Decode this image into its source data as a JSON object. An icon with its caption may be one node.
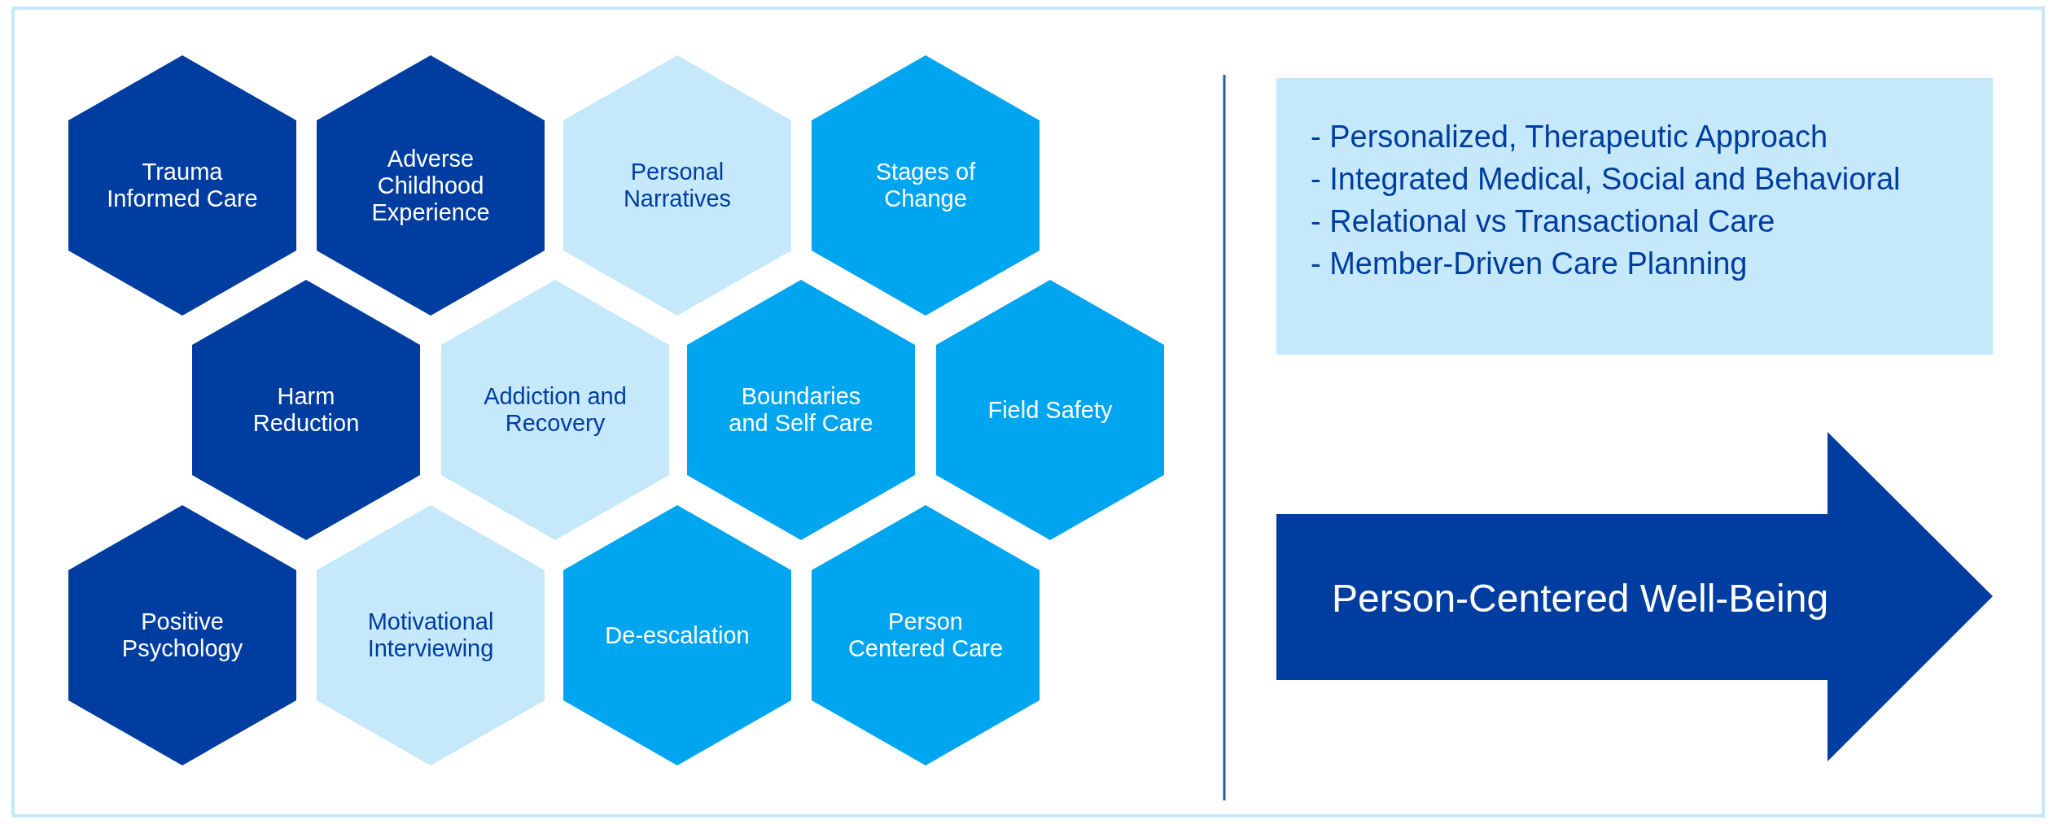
{
  "diagram": {
    "nodes": [
      {
        "text": [
          "Trauma Informed Care"
        ]
      },
      {
        "text": [
          "Adverse Childhood Experience"
        ]
      },
      {
        "text": [
          "Personal Narratives"
        ]
      },
      {
        "text": [
          "Stages of Change"
        ]
      },
      {
        "text": [
          "Harm Reduction"
        ]
      },
      {
        "text": [
          "Addiction and Recovery"
        ]
      },
      {
        "text": [
          "Boundaries and Self Care"
        ]
      },
      {
        "text": [
          "Field Safety"
        ]
      },
      {
        "text": [
          "Positive Psychology"
        ]
      },
      {
        "text": [
          "Motivational Interviewing"
        ]
      },
      {
        "text": [
          "De-escalation"
        ]
      },
      {
        "text": [
          "Person Centered Care"
        ]
      },
      {
        "text": [
          "- Personalized, Therapeutic Approach",
          "- Integrated Medical, Social and Behavioral",
          "- Relational vs Transactional Care",
          "- Member-Driven Care Planning"
        ]
      },
      {
        "text": [
          "Person-Centered Well-Being"
        ]
      }
    ]
  }
}
